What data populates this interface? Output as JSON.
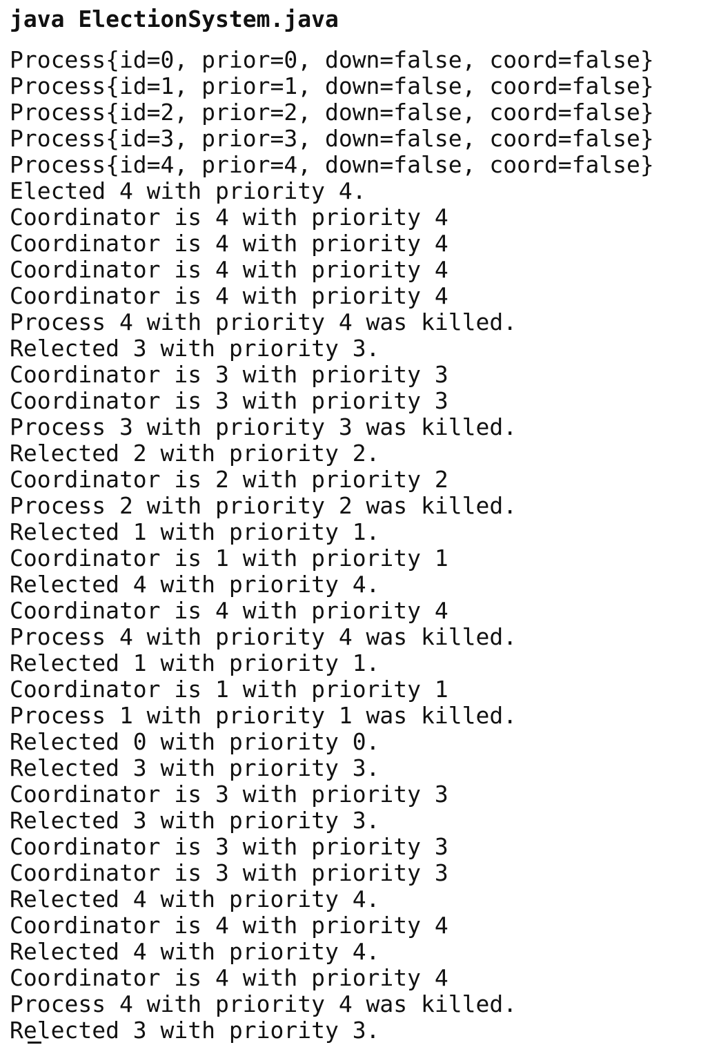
{
  "terminal": {
    "command": "java ElectionSystem.java",
    "lines": [
      "Process{id=0, prior=0, down=false, coord=false}",
      "Process{id=1, prior=1, down=false, coord=false}",
      "Process{id=2, prior=2, down=false, coord=false}",
      "Process{id=3, prior=3, down=false, coord=false}",
      "Process{id=4, prior=4, down=false, coord=false}",
      "Elected 4 with priority 4.",
      "Coordinator is 4 with priority 4",
      "Coordinator is 4 with priority 4",
      "Coordinator is 4 with priority 4",
      "Coordinator is 4 with priority 4",
      "Process 4 with priority 4 was killed.",
      "Relected 3 with priority 3.",
      "Coordinator is 3 with priority 3",
      "Coordinator is 3 with priority 3",
      "Process 3 with priority 3 was killed.",
      "Relected 2 with priority 2.",
      "Coordinator is 2 with priority 2",
      "Process 2 with priority 2 was killed.",
      "Relected 1 with priority 1.",
      "Coordinator is 1 with priority 1",
      "Relected 4 with priority 4.",
      "Coordinator is 4 with priority 4",
      "Process 4 with priority 4 was killed.",
      "Relected 1 with priority 1.",
      "Coordinator is 1 with priority 1",
      "Process 1 with priority 1 was killed.",
      "Relected 0 with priority 0.",
      "Relected 3 with priority 3.",
      "Coordinator is 3 with priority 3",
      "Relected 3 with priority 3.",
      "Coordinator is 3 with priority 3",
      "Coordinator is 3 with priority 3",
      "Relected 4 with priority 4.",
      "Coordinator is 4 with priority 4",
      "Relected 4 with priority 4.",
      "Coordinator is 4 with priority 4",
      "Process 4 with priority 4 was killed.",
      "Relected 3 with priority 3."
    ]
  }
}
